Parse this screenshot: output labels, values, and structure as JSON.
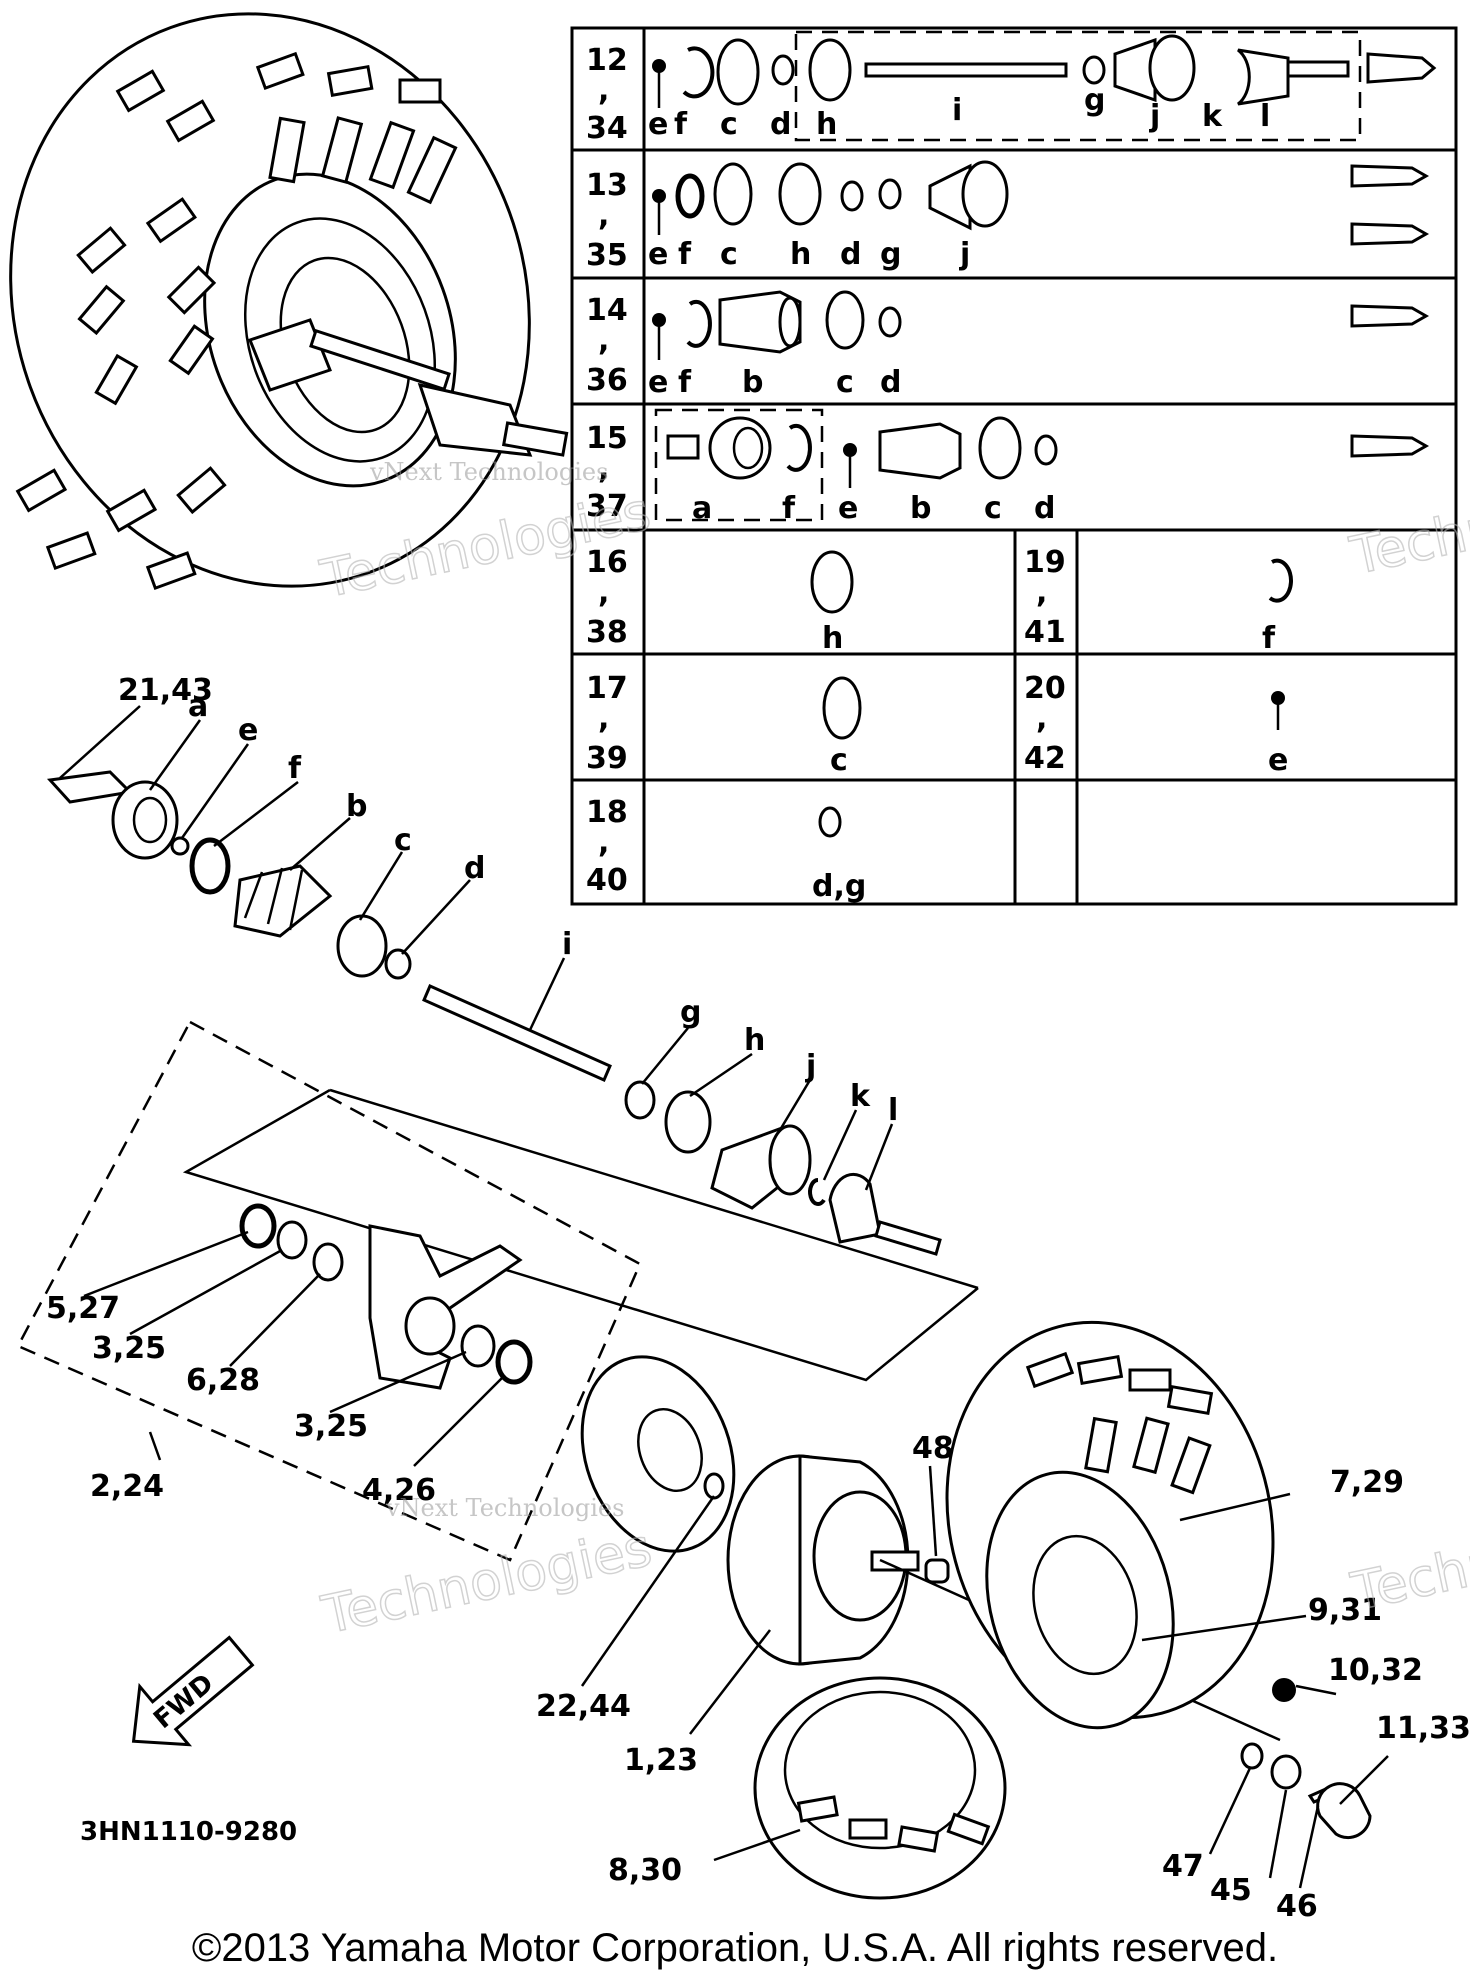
{
  "diagram_code": "3HN1110-9280",
  "copyright": "©2013 Yamaha Motor Corporation, U.S.A. All rights reserved.",
  "watermark": {
    "line1": "vNext Technologies",
    "line2": "Technologies"
  },
  "fwd_label": "FWD",
  "table": {
    "rows": [
      {
        "num_top": "12",
        "num_bottom": "34",
        "letters": [
          "e",
          "f",
          "c",
          "d",
          "h",
          "i",
          "g",
          "j",
          "k",
          "l"
        ]
      },
      {
        "num_top": "13",
        "num_bottom": "35",
        "letters": [
          "e",
          "f",
          "c",
          "h",
          "d",
          "g",
          "j"
        ]
      },
      {
        "num_top": "14",
        "num_bottom": "36",
        "letters": [
          "e",
          "f",
          "b",
          "c",
          "d"
        ]
      },
      {
        "num_top": "15",
        "num_bottom": "37",
        "letters": [
          "a",
          "f",
          "e",
          "b",
          "c",
          "d"
        ]
      }
    ],
    "mini": [
      {
        "num_top": "16",
        "num_bottom": "38",
        "letter": "h"
      },
      {
        "num_top": "19",
        "num_bottom": "41",
        "letter": "f"
      },
      {
        "num_top": "17",
        "num_bottom": "39",
        "letter": "c"
      },
      {
        "num_top": "20",
        "num_bottom": "42",
        "letter": "e"
      },
      {
        "num_top": "18",
        "num_bottom": "40",
        "letter": "d,g"
      }
    ]
  },
  "callouts": {
    "c21_43": "21,43",
    "a": "a",
    "e": "e",
    "f": "f",
    "b": "b",
    "c": "c",
    "d": "d",
    "i": "i",
    "g": "g",
    "h": "h",
    "j": "j",
    "k": "k",
    "l": "l",
    "c5_27": "5,27",
    "c3_25a": "3,25",
    "c6_28": "6,28",
    "c3_25b": "3,25",
    "c4_26": "4,26",
    "c2_24": "2,24",
    "c48": "48",
    "c7_29": "7,29",
    "c9_31": "9,31",
    "c10_32": "10,32",
    "c11_33": "11,33",
    "c22_44": "22,44",
    "c1_23": "1,23",
    "c8_30": "8,30",
    "c47": "47",
    "c45": "45",
    "c46": "46"
  }
}
